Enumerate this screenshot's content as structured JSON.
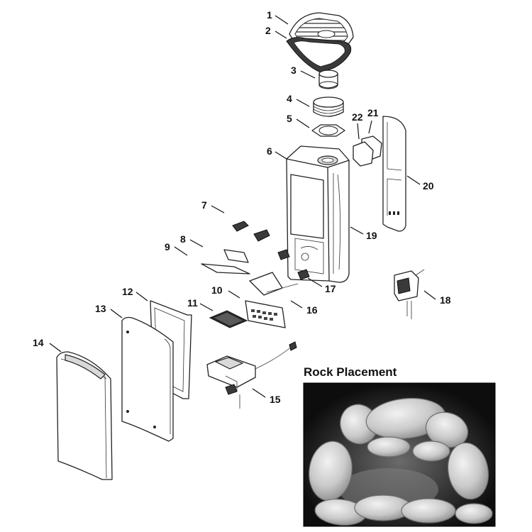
{
  "parts": [
    {
      "number": "1"
    },
    {
      "number": "2"
    },
    {
      "number": "3"
    },
    {
      "number": "4"
    },
    {
      "number": "5"
    },
    {
      "number": "6"
    },
    {
      "number": "7"
    },
    {
      "number": "8"
    },
    {
      "number": "9"
    },
    {
      "number": "10"
    },
    {
      "number": "11"
    },
    {
      "number": "12"
    },
    {
      "number": "13"
    },
    {
      "number": "14"
    },
    {
      "number": "15"
    },
    {
      "number": "16"
    },
    {
      "number": "17"
    },
    {
      "number": "18"
    },
    {
      "number": "19"
    },
    {
      "number": "20"
    },
    {
      "number": "21"
    },
    {
      "number": "22"
    }
  ],
  "inset": {
    "title": "Rock Placement"
  }
}
